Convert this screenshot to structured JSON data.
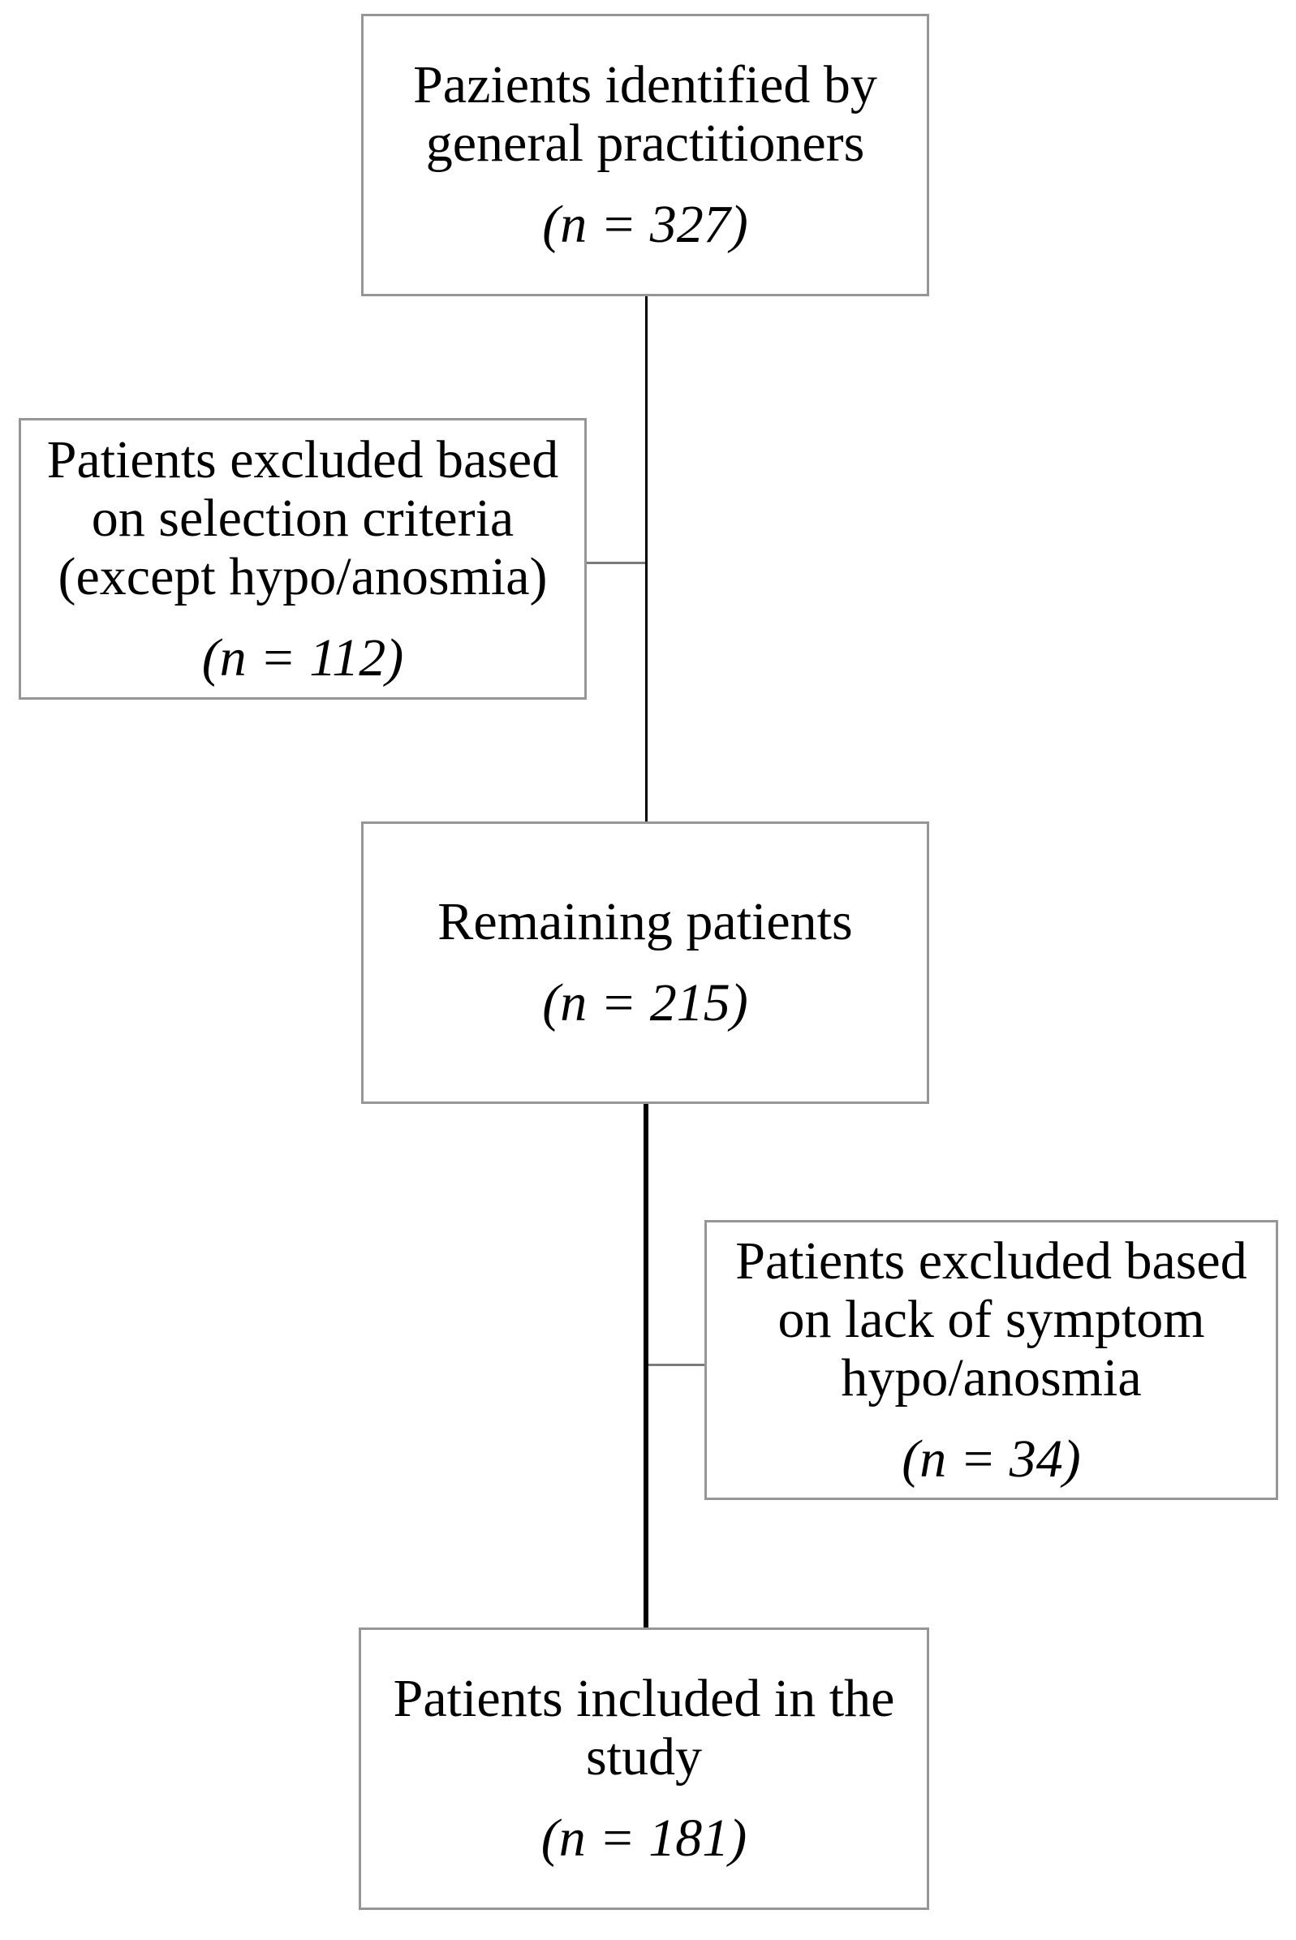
{
  "colors": {
    "background": "#ffffff",
    "box_border": "#969696",
    "text": "#000000",
    "main_flow_line": "#000000",
    "branch_stub_line": "#7b7b7b"
  },
  "flowchart": {
    "nodes": [
      {
        "id": "identified",
        "lines": [
          "Pazients identified by",
          "general practitioners"
        ],
        "count": "(n = 327)"
      },
      {
        "id": "excluded-criteria",
        "lines": [
          "Patients excluded based",
          "on selection criteria",
          "(except hypo/anosmia)"
        ],
        "count": "(n = 112)"
      },
      {
        "id": "remaining",
        "lines": [
          "Remaining patients"
        ],
        "count": "(n = 215)"
      },
      {
        "id": "excluded-anosmia",
        "lines": [
          "Patients excluded based",
          "on lack of symptom",
          "hypo/anosmia"
        ],
        "count": "(n = 34)"
      },
      {
        "id": "included",
        "lines": [
          "Patients included in the",
          "study"
        ],
        "count": "(n = 181)"
      }
    ],
    "edges": [
      {
        "from": "identified",
        "to": "remaining",
        "style": "thin-vertical"
      },
      {
        "from": "identified-remaining-line",
        "to": "excluded-criteria",
        "style": "thin-horizontal-stub"
      },
      {
        "from": "remaining",
        "to": "included",
        "style": "thick-vertical"
      },
      {
        "from": "remaining-included-line",
        "to": "excluded-anosmia",
        "style": "thin-horizontal-stub"
      }
    ]
  }
}
